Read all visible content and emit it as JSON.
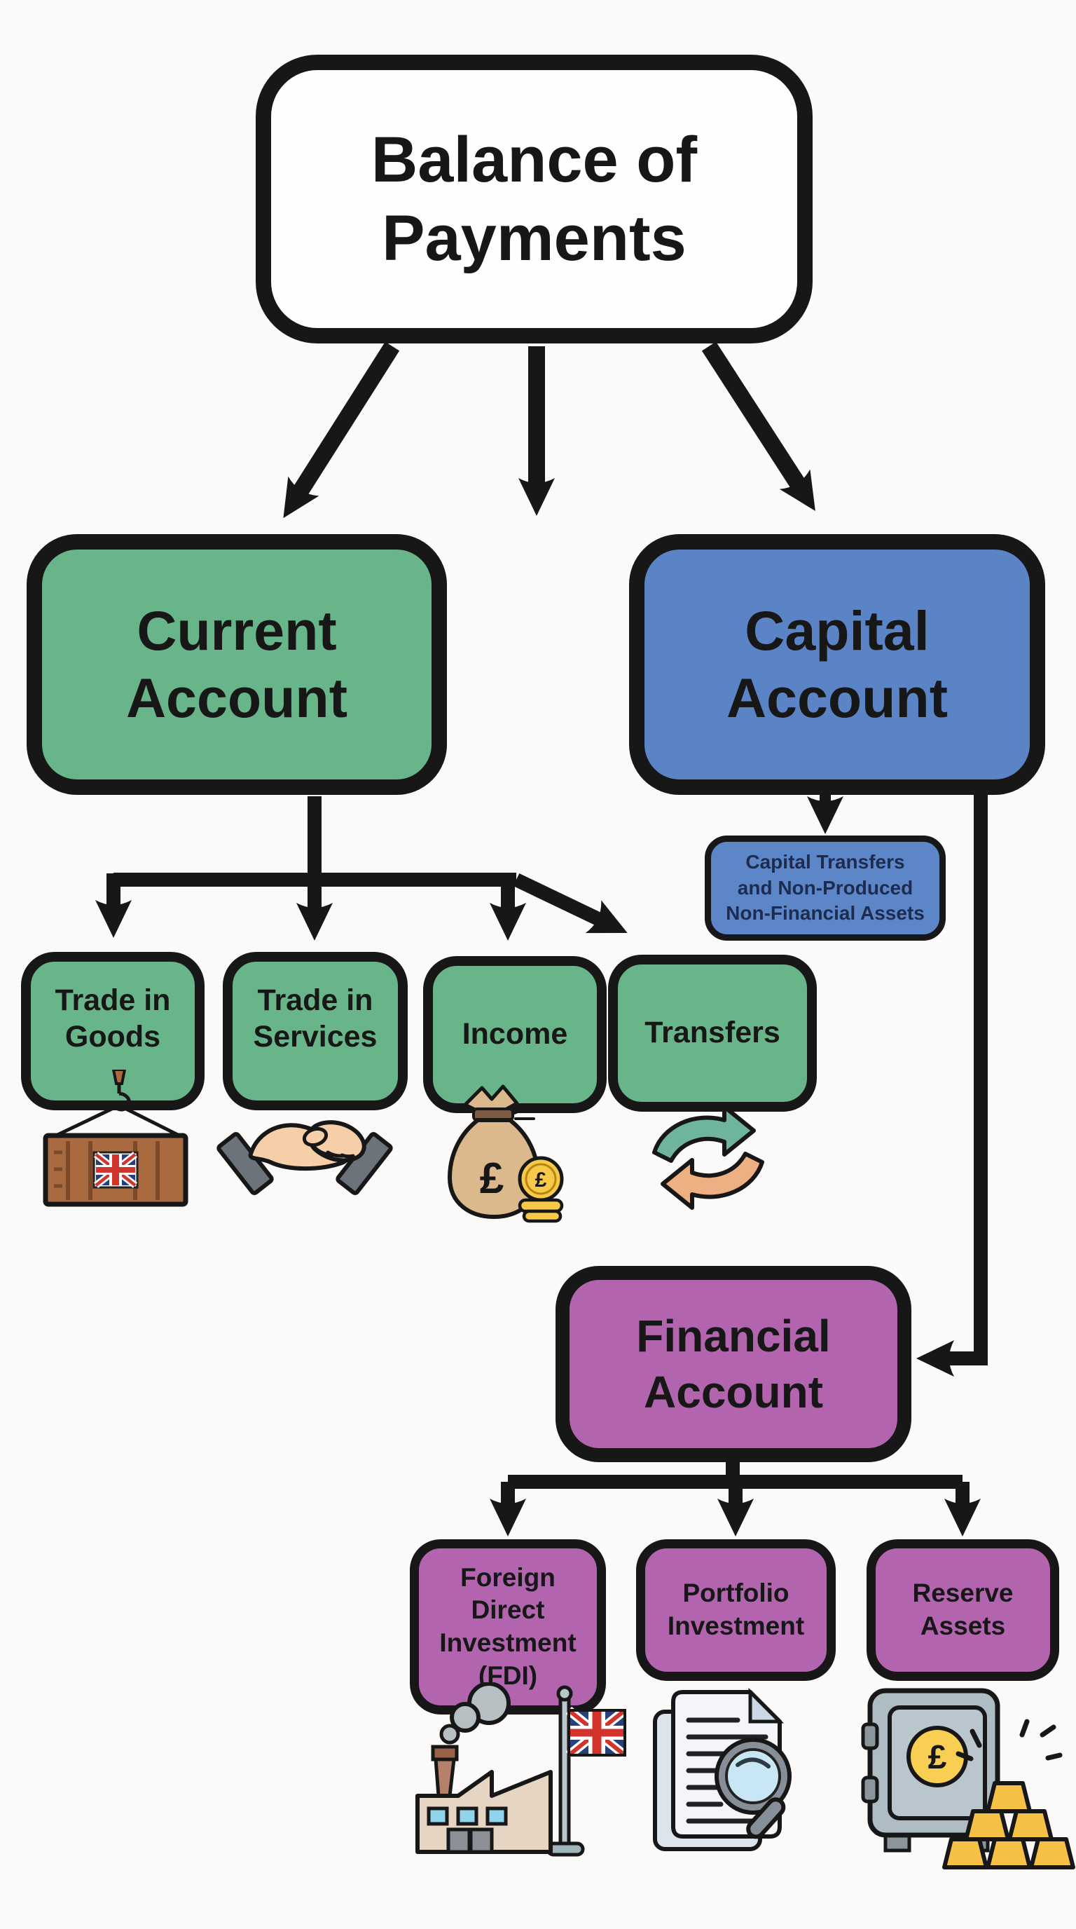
{
  "page": {
    "background": "#fbfaf8"
  },
  "palette": {
    "green": "#69b58a",
    "blue": "#5b84c6",
    "blue_text_dark": "#1d2c4e",
    "purple": "#b264ae",
    "outline": "#171717",
    "root_fill": "#fefefe"
  },
  "nodes": {
    "root": {
      "label": "Balance of\nPayments"
    },
    "current": {
      "label": "Current\nAccount"
    },
    "capital": {
      "label": "Capital\nAccount"
    },
    "capital_sub": {
      "label": "Capital Transfers\nand Non-Produced\nNon-Financial Assets"
    },
    "financial": {
      "label": "Financial\nAccount"
    },
    "goods": {
      "label": "Trade in\nGoods",
      "icon": "shipping-container-crane-icon"
    },
    "services": {
      "label": "Trade in\nServices",
      "icon": "handshake-icon"
    },
    "income": {
      "label": "Income",
      "icon": "money-bag-coins-icon"
    },
    "transfers": {
      "label": "Transfers",
      "icon": "transfer-cycle-arrows-icon"
    },
    "fdi": {
      "label": "Foreign\nDirect\nInvestment\n(FDI)",
      "icon": "factory-uk-flag-icon"
    },
    "portfolio": {
      "label": "Portfolio\nInvestment",
      "icon": "document-magnifier-icon"
    },
    "reserve": {
      "label": "Reserve\nAssets",
      "icon": "safe-gold-bars-icon"
    }
  }
}
